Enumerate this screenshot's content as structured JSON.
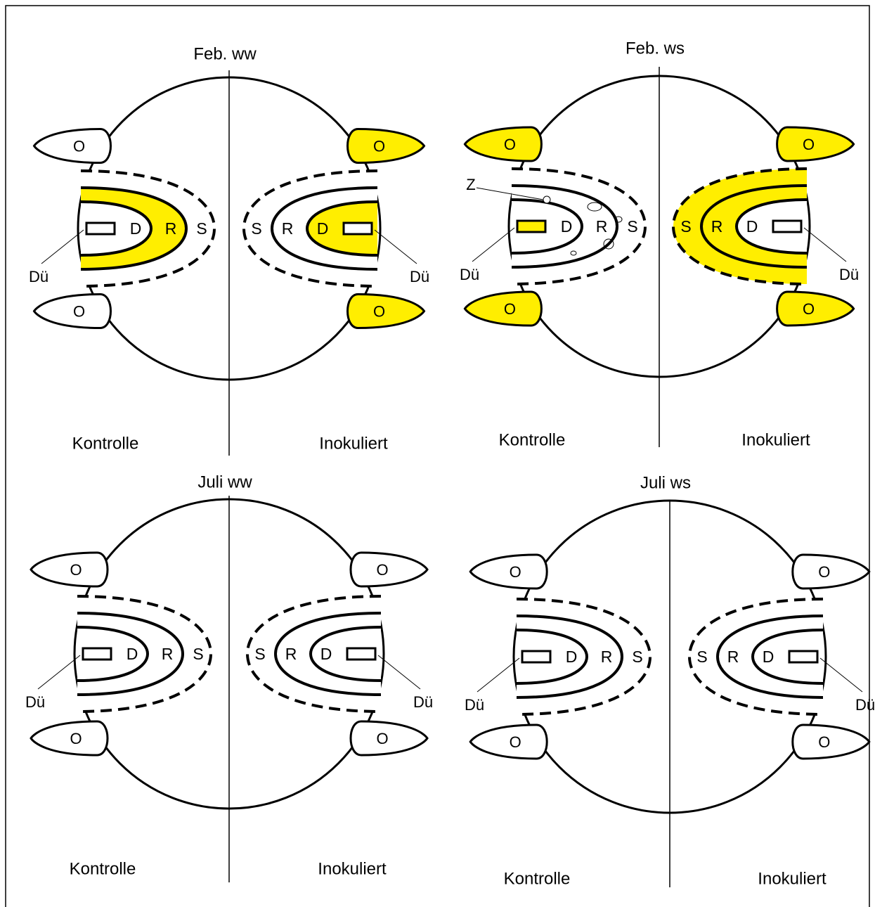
{
  "colors": {
    "highlight": "#ffee00",
    "line": "#000000",
    "background": "#ffffff"
  },
  "group_labels": {
    "control": "Kontrolle",
    "inoculated": "Inokuliert"
  },
  "zone_labels": {
    "D": "D",
    "R": "R",
    "S": "S",
    "O": "O",
    "Du": "Dü",
    "Z": "Z"
  },
  "panels": [
    {
      "title": "Feb. ww",
      "control": {
        "highlight_zones": [
          "R"
        ],
        "highlight_O": false,
        "highlight_Du": false,
        "has_Z": false
      },
      "inoculated": {
        "highlight_zones": [
          "D"
        ],
        "highlight_O": true,
        "highlight_Du": false,
        "has_Z": false
      }
    },
    {
      "title": "Feb. ws",
      "control": {
        "highlight_zones": [],
        "highlight_O": true,
        "highlight_Du": true,
        "has_Z": true
      },
      "inoculated": {
        "highlight_zones": [
          "S",
          "R"
        ],
        "highlight_O": true,
        "highlight_Du": false,
        "has_Z": false
      }
    },
    {
      "title": "Juli ww",
      "control": {
        "highlight_zones": [],
        "highlight_O": false,
        "highlight_Du": false,
        "has_Z": false
      },
      "inoculated": {
        "highlight_zones": [],
        "highlight_O": false,
        "highlight_Du": false,
        "has_Z": false
      }
    },
    {
      "title": "Juli ws",
      "control": {
        "highlight_zones": [],
        "highlight_O": false,
        "highlight_Du": false,
        "has_Z": false
      },
      "inoculated": {
        "highlight_zones": [],
        "highlight_O": false,
        "highlight_Du": false,
        "has_Z": false
      }
    }
  ]
}
